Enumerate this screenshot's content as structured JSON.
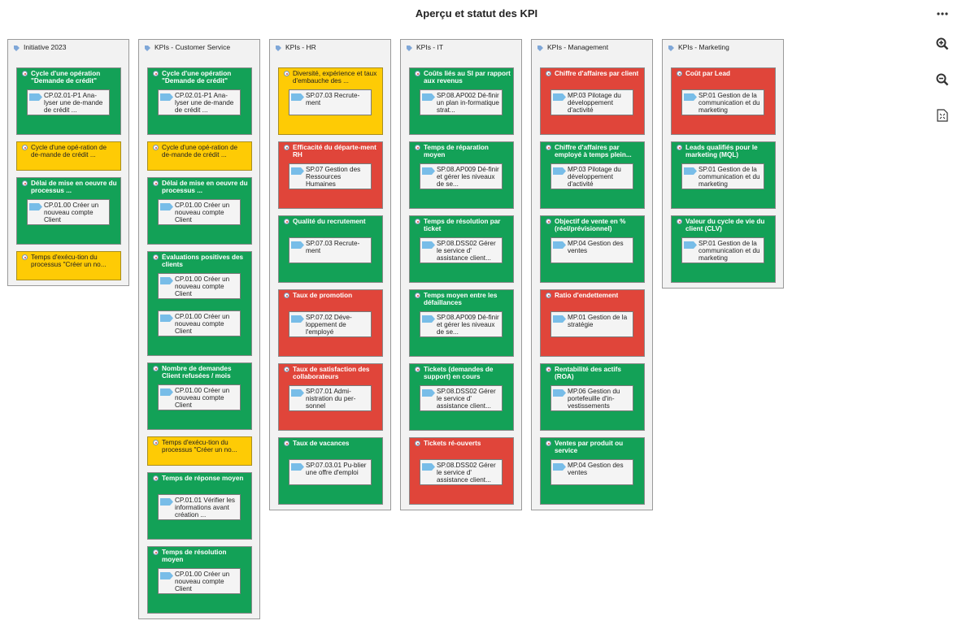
{
  "title": "Aperçu et statut des KPI",
  "toolbar": [
    {
      "name": "more-options-icon"
    },
    {
      "name": "zoom-in-icon"
    },
    {
      "name": "zoom-out-icon"
    },
    {
      "name": "fit-to-screen-icon"
    }
  ],
  "colors": {
    "green": "#13a157",
    "red": "#e0453a",
    "yellow": "#fecb05"
  },
  "columns": [
    {
      "title": "Initiative 2023",
      "cards": [
        {
          "status": "green",
          "title": "Cycle d'une opération \"Demande de crédit\"",
          "processes": [
            "CP.02.01-P1 Ana-lyser une de-mande de crédit ..."
          ]
        },
        {
          "status": "yellow",
          "title": "Cycle d'une opé-ration de de-mande de crédit ...",
          "processes": []
        },
        {
          "status": "green",
          "title": "Délai de mise en oeuvre du processus ...",
          "processes": [
            "CP.01.00 Créer un nouveau compte Client"
          ]
        },
        {
          "status": "yellow",
          "title": "Temps d'exécu-tion du processus \"Créer un no...",
          "processes": []
        }
      ]
    },
    {
      "title": "KPIs - Customer Service",
      "cards": [
        {
          "status": "green",
          "title": "Cycle d'une opération \"Demande de crédit\"",
          "processes": [
            "CP.02.01-P1 Ana-lyser une de-mande de crédit ..."
          ]
        },
        {
          "status": "yellow",
          "title": "Cycle d'une opé-ration de de-mande de crédit ...",
          "processes": []
        },
        {
          "status": "green",
          "title": "Délai de mise en oeuvre du processus ...",
          "processes": [
            "CP.01.00 Créer un nouveau compte Client"
          ]
        },
        {
          "status": "green",
          "title": "Évaluations positives des clients",
          "processes": [
            "CP.01.00 Créer un nouveau compte Client",
            "CP.01.00 Créer un nouveau compte Client"
          ]
        },
        {
          "status": "green",
          "title": "Nombre de demandes Client refusées / mois",
          "processes": [
            "CP.01.00 Créer un nouveau compte Client"
          ]
        },
        {
          "status": "yellow",
          "title": "Temps d'exécu-tion du processus \"Créer un no...",
          "processes": []
        },
        {
          "status": "green",
          "title": "Temps de réponse moyen",
          "processes": [
            "CP.01.01 Vérifier les informations avant création ..."
          ]
        },
        {
          "status": "green",
          "title": "Temps de résolution moyen",
          "processes": [
            "CP.01.00 Créer un nouveau compte Client"
          ]
        }
      ]
    },
    {
      "title": "KPIs - HR",
      "cards": [
        {
          "status": "yellow",
          "title": "Diversité, expérience et taux d'embauche des ...",
          "processes": [
            "SP.07.03 Recrute-ment"
          ]
        },
        {
          "status": "red",
          "title": "Efficacité du départe-ment RH",
          "processes": [
            "SP.07 Gestion des Ressources Humaines"
          ]
        },
        {
          "status": "green",
          "title": "Qualité du recrutement",
          "processes": [
            "SP.07.03 Recrute-ment"
          ]
        },
        {
          "status": "red",
          "title": "Taux de promotion",
          "processes": [
            "SP.07.02 Déve-loppement de l'employé"
          ]
        },
        {
          "status": "red",
          "title": "Taux de satisfaction des collaborateurs",
          "processes": [
            "SP.07.01 Admi-nistration du per-sonnel"
          ]
        },
        {
          "status": "green",
          "title": "Taux de vacances",
          "processes": [
            "SP.07.03.01 Pu-blier une offre d'emploi"
          ]
        }
      ]
    },
    {
      "title": "KPIs - IT",
      "cards": [
        {
          "status": "green",
          "title": "Coûts liés au SI par rapport aux revenus",
          "processes": [
            "SP.08.AP002 Dé-finir un plan in-formatique strat..."
          ]
        },
        {
          "status": "green",
          "title": "Temps de réparation moyen",
          "processes": [
            "SP.08.AP009 Dé-finir et gérer les niveaux de se..."
          ]
        },
        {
          "status": "green",
          "title": "Temps de résolution par ticket",
          "processes": [
            "SP.08.DSS02 Gérer le service d' assistance client..."
          ]
        },
        {
          "status": "green",
          "title": "Temps moyen entre les défaillances",
          "processes": [
            "SP.08.AP009 Dé-finir et gérer les niveaux de se..."
          ]
        },
        {
          "status": "green",
          "title": "Tickets (demandes de support) en cours",
          "processes": [
            "SP.08.DSS02 Gérer le service d' assistance client..."
          ]
        },
        {
          "status": "red",
          "title": "Tickets ré-ouverts",
          "processes": [
            "SP.08.DSS02 Gérer le service d' assistance client..."
          ]
        }
      ]
    },
    {
      "title": "KPIs - Management",
      "cards": [
        {
          "status": "red",
          "title": "Chiffre d'affaires par client",
          "processes": [
            "MP.03 Pilotage du développement d'activité"
          ]
        },
        {
          "status": "green",
          "title": "Chiffre d'affaires par employé à temps plein...",
          "processes": [
            "MP.03 Pilotage du développement d'activité"
          ]
        },
        {
          "status": "green",
          "title": "Objectif de vente en % (réel/prévisionnel)",
          "processes": [
            "MP.04 Gestion des ventes"
          ]
        },
        {
          "status": "red",
          "title": "Ratio d'endettement",
          "processes": [
            "MP.01 Gestion de la stratégie"
          ]
        },
        {
          "status": "green",
          "title": "Rentabilité des actifs (ROA)",
          "processes": [
            "MP.06 Gestion du portefeuille d'in-vestissements"
          ]
        },
        {
          "status": "green",
          "title": "Ventes par produit ou service",
          "processes": [
            "MP.04 Gestion des ventes"
          ]
        }
      ]
    },
    {
      "title": "KPIs - Marketing",
      "cards": [
        {
          "status": "red",
          "title": "Coût par Lead",
          "processes": [
            "SP.01 Gestion de la communication et du marketing"
          ]
        },
        {
          "status": "green",
          "title": "Leads qualifiés pour le marketing (MQL)",
          "processes": [
            "SP.01 Gestion de la communication et du marketing"
          ]
        },
        {
          "status": "green",
          "title": "Valeur du cycle de vie du client (CLV)",
          "processes": [
            "SP.01 Gestion de la communication et du marketing"
          ]
        }
      ]
    }
  ]
}
